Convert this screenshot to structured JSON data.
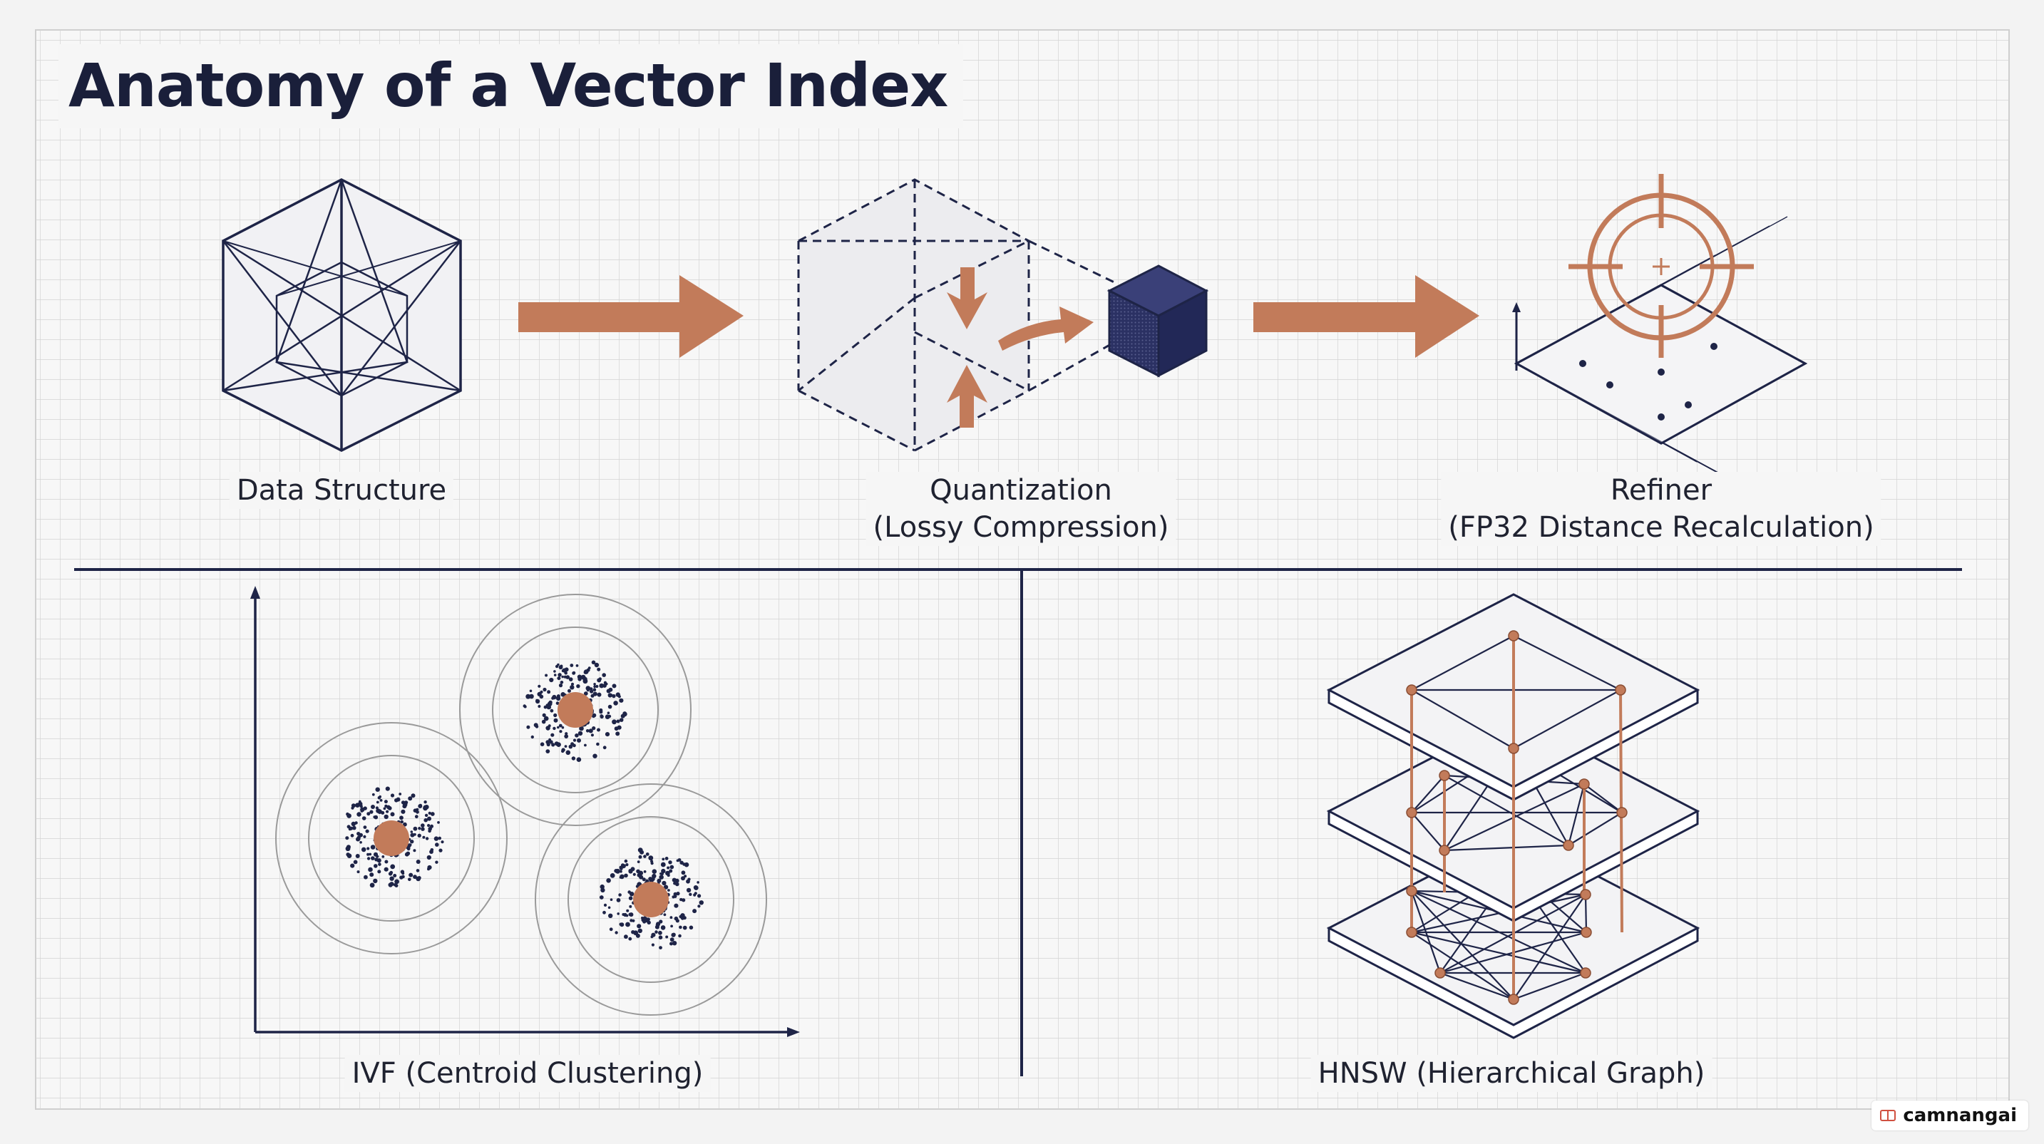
{
  "title": "Anatomy of a Vector Index",
  "colors": {
    "navy": "#1e2447",
    "accent": "#c27b5a",
    "grid": "#d6d6d6",
    "background": "#f3f3f3"
  },
  "panels": {
    "data_structure": {
      "label": "Data Structure"
    },
    "quantization": {
      "label_line1": "Quantization",
      "label_line2": "(Lossy Compression)"
    },
    "refiner": {
      "label_line1": "Refiner",
      "label_line2": "(FP32 Distance Recalculation)"
    },
    "ivf": {
      "label": "IVF (Centroid Clustering)"
    },
    "hnsw": {
      "label": "HNSW (Hierarchical Graph)"
    }
  },
  "watermark": {
    "text": "camnangai"
  }
}
